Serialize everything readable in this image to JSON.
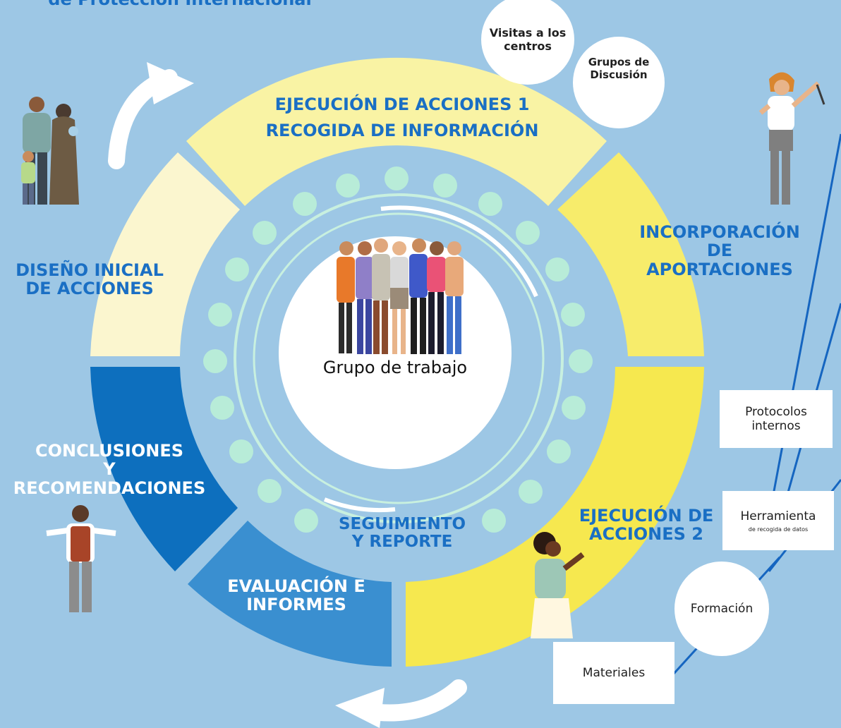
{
  "header": {
    "title_partial": "de Protección Internacional"
  },
  "colors": {
    "background": "#9dc7e5",
    "yellow_pale": "#fbf6cf",
    "yellow_light": "#f9f3a4",
    "yellow_mid": "#f7ec6b",
    "yellow_strong": "#f6e84f",
    "blue_dark": "#0d6fbe",
    "blue_mid": "#3a8fd0",
    "title_blue": "#1a6fc4",
    "dot_mint": "#b8ecd8"
  },
  "segments": {
    "top": {
      "line1": "EJECUCIÓN DE ACCIONES 1",
      "line2": "RECOGIDA DE INFORMACIÓN"
    },
    "right": {
      "line1": "INCORPORACIÓN",
      "line2": "DE",
      "line3": "APORTACIONES"
    },
    "left": {
      "line1": "DISEÑO INICIAL",
      "line2": "DE ACCIONES"
    },
    "lower_left": {
      "line1": "CONCLUSIONES",
      "line2": "Y",
      "line3": "RECOMENDACIONES"
    },
    "bottom_left": {
      "line1": "EVALUACIÓN E",
      "line2": "INFORMES"
    },
    "bottom_right": {
      "line1": "EJECUCIÓN DE",
      "line2": "ACCIONES 2"
    }
  },
  "center": {
    "label": "Grupo de trabajo",
    "inner_label_line1": "SEGUIMIENTO",
    "inner_label_line2": "Y REPORTE"
  },
  "bubbles": {
    "visitas": {
      "line1": "Visitas a los",
      "line2": "centros"
    },
    "grupos": {
      "line1": "Grupos de",
      "line2": "Discusión"
    },
    "formacion": "Formación"
  },
  "cards": {
    "protocolos": {
      "line1": "Protocolos",
      "line2": "internos"
    },
    "herramienta": {
      "line1": "Herramienta",
      "line2": "de recogida de datos"
    },
    "materiales": "Materiales"
  },
  "icons": [
    "family-icon",
    "teacher-icon",
    "team-group-icon",
    "presenter-man-icon",
    "pointing-woman-icon",
    "cycle-arrow-top-icon",
    "cycle-arrow-bottom-icon"
  ]
}
